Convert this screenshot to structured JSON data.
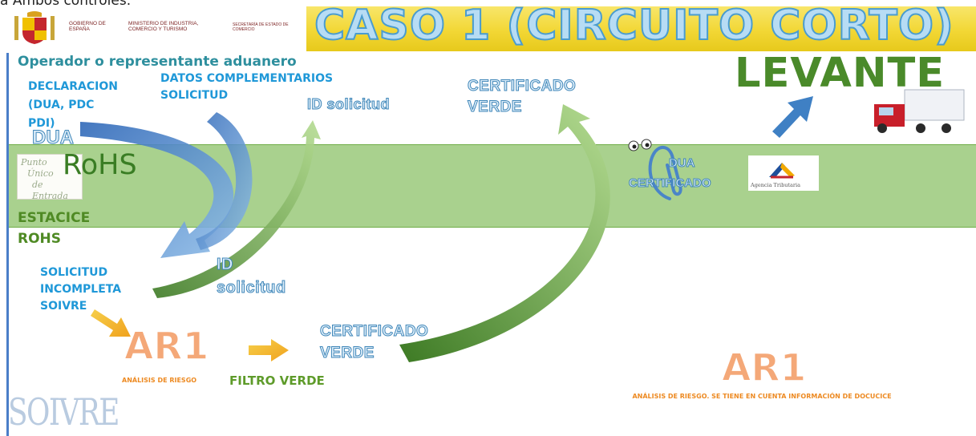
{
  "top_caption": "a Ambos controles.",
  "header": {
    "government": "GOBIERNO DE ESPAÑA",
    "ministry": "MINISTERIO DE INDUSTRIA, COMERCIO Y TURISMO",
    "secretaria": "SECRETARÍA DE ESTADO DE COMERCIO",
    "title": "CASO 1 (CIRCUITO CORTO)"
  },
  "flow": {
    "operador": "Operador o representante aduanero",
    "declaracion": [
      "DECLARACION",
      "(DUA, PDC",
      "PDI)"
    ],
    "datos": [
      "DATOS COMPLEMENTARIOS",
      "SOLICITUD"
    ],
    "id_solicitud_top": "ID solicitud",
    "certificado_top": [
      "CERTIFICADO",
      "VERDE"
    ],
    "levante": "LEVANTE",
    "dua": "DUA",
    "dua_certificado": [
      "DUA",
      "CERTIFICADO"
    ],
    "estacice": "ESTACICE",
    "rohs": "ROHS",
    "solicitud_incompleta": [
      "SOLICITUD",
      "INCOMPLETA",
      "SOIVRE"
    ],
    "id_solicitud_bottom": [
      "ID",
      "solicitud"
    ],
    "ar1_left": "AR1",
    "certificado_bottom": [
      "CERTIFICADO",
      "VERDE"
    ],
    "analisis_left": "ANÁLISIS DE RIESGO",
    "filtro_verde": "FILTRO VERDE",
    "ar1_right": "AR1",
    "analisis_right": "ANÁLISIS DE RIESGO. SE TIENE EN CUENTA INFORMACIÓN DE DOCUCICE"
  },
  "logos": {
    "punto_unico": [
      "Punto",
      "Único",
      "de Entrada"
    ],
    "rohs": "RoHS",
    "agencia_tributaria": "Agencia Tributaria",
    "soivre": "SOIVRE"
  },
  "colors": {
    "header_yellow": "#f2d735",
    "band_green": "#a9d18e",
    "teal_text": "#2e8f9e",
    "blue_text": "#1f98d8",
    "orange_text": "#ed8a22",
    "green_arrow": "#6aa84f",
    "blue_arrow": "#3f80c4",
    "orange_arrow": "#f2b02a"
  }
}
